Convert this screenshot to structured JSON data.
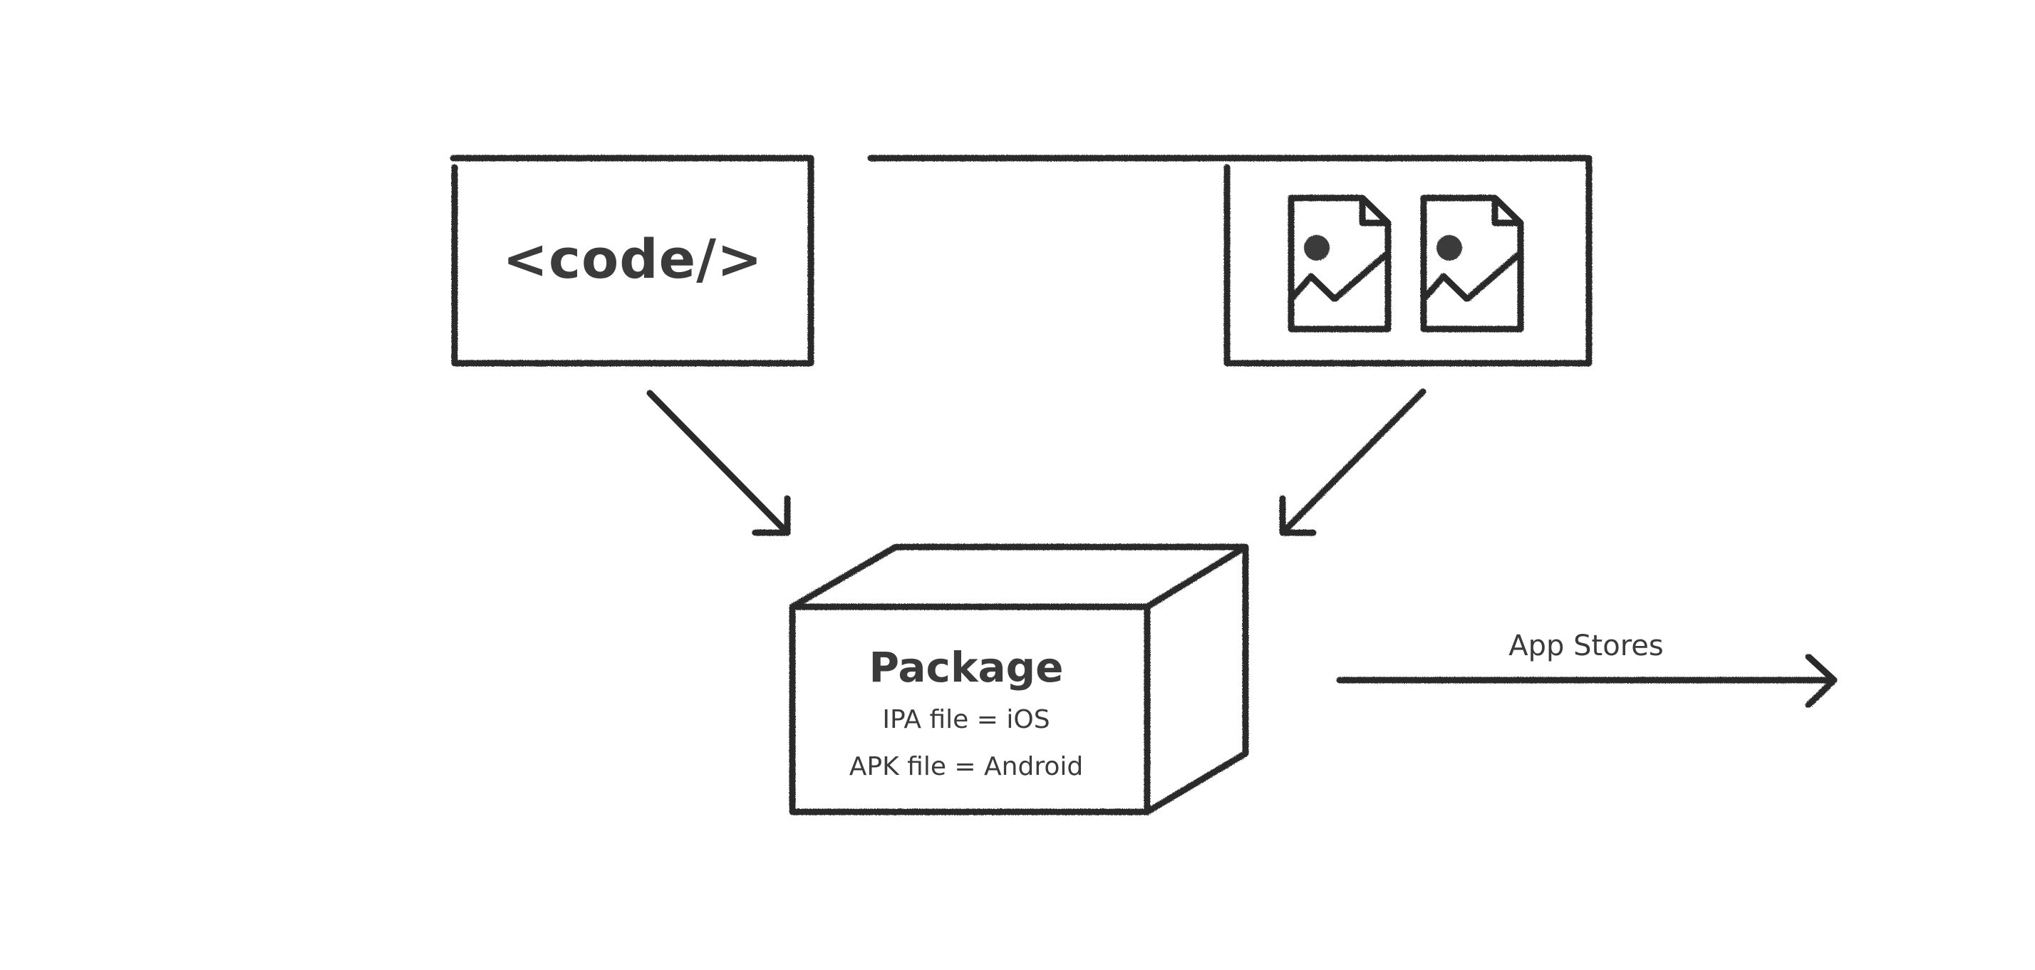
{
  "diagram": {
    "source_code_box": {
      "label": "<code/>"
    },
    "assets_box": {
      "icon": "image-file-icon",
      "icon_count": 2
    },
    "package_box": {
      "title": "Package",
      "lines": [
        "IPA file = iOS",
        "APK file = Android"
      ]
    },
    "output_arrow": {
      "label": "App Stores"
    },
    "colors": {
      "ink": "#2b2b2b",
      "text": "#3b3b3b",
      "background": "#ffffff"
    }
  }
}
